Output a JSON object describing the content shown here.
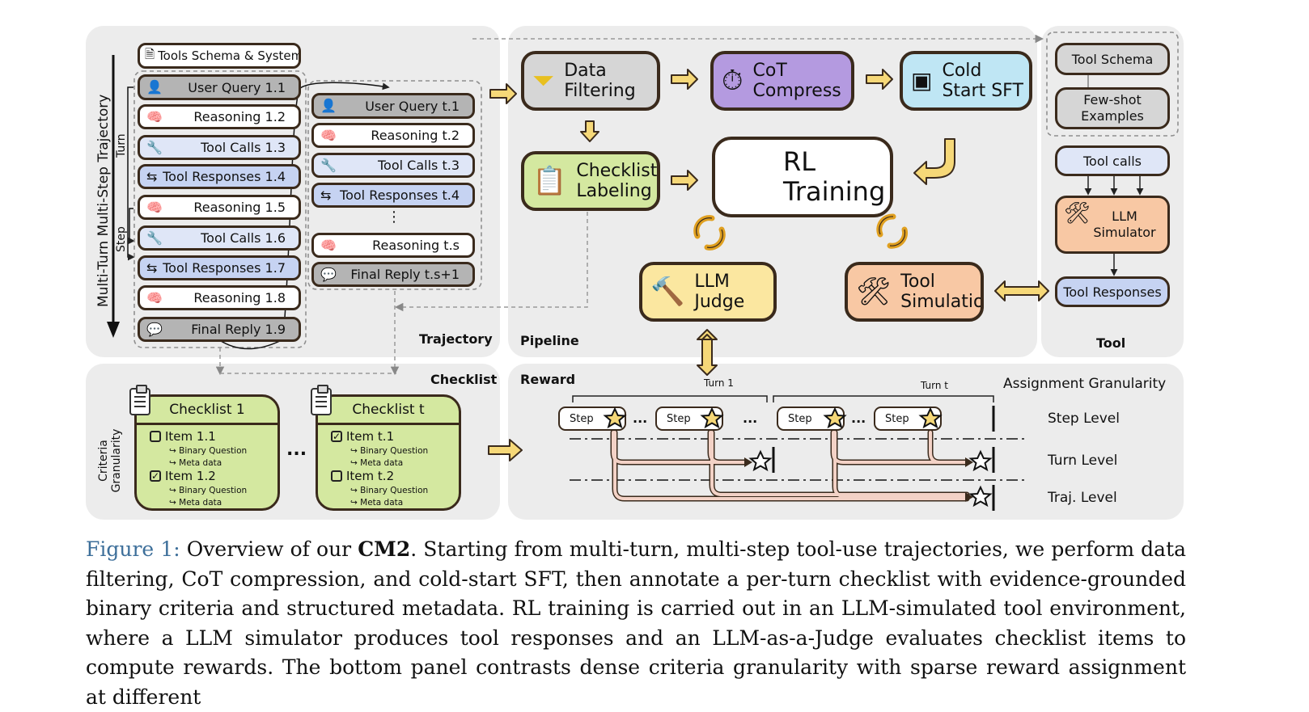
{
  "trajectory": {
    "label": "Trajectory",
    "axis_label": "Multi-Turn Multi-Step Trajectory",
    "turn_label": "Turn",
    "step_label": "Step",
    "tools_schema": "Tools Schema & System",
    "turn1": [
      "User Query 1.1",
      "Reasoning 1.2",
      "Tool Calls 1.3",
      "Tool Responses 1.4",
      "Reasoning 1.5",
      "Tool Calls 1.6",
      "Tool Responses 1.7",
      "Reasoning 1.8",
      "Final Reply 1.9"
    ],
    "turnt": [
      "User Query t.1",
      "Reasoning t.2",
      "Tool Calls t.3",
      "Tool Responses t.4",
      "⋮",
      "Reasoning t.s",
      "Final Reply t.s+1"
    ]
  },
  "pipeline": {
    "label": "Pipeline",
    "data_filtering": "Data Filtering",
    "cot_compress": "CoT Compress",
    "cold_start": "Cold Start SFT",
    "checklist_labeling": "Checklist Labeling",
    "rl_training": "RL Training",
    "llm_judge": "LLM Judge",
    "tool_simulation": "Tool Simulation"
  },
  "tool": {
    "label": "Tool",
    "tool_schema": "Tool Schema",
    "few_shot": "Few-shot Examples",
    "tool_calls": "Tool calls",
    "llm_simulator": "LLM Simulator",
    "tool_responses": "Tool Responses"
  },
  "checklist": {
    "label": "Checklist",
    "criteria_granularity": "Criteria Granularity",
    "card1": {
      "title": "Checklist 1",
      "item1": "Item 1.1",
      "item2": "Item 1.2"
    },
    "cardt": {
      "title": "Checklist t",
      "item1": "Item t.1",
      "item2": "Item t.2"
    },
    "binary_question": "Binary Question",
    "meta_data": "Meta data",
    "ellipsis": "..."
  },
  "reward": {
    "label": "Reward",
    "turn1": "Turn 1",
    "turnt": "Turn t",
    "assignment_granularity": "Assignment Granularity",
    "step_level": "Step Level",
    "turn_level": "Turn Level",
    "traj_level": "Traj. Level",
    "step": "Step",
    "ellipsis": "..."
  },
  "caption": {
    "fig_label": "Figure 1:",
    "pre": " Overview of our ",
    "bold": "CM2",
    "text": ". Starting from multi-turn, multi-step tool-use trajectories, we perform data filtering, CoT compression, and cold-start SFT, then annotate a per-turn checklist with evidence-grounded binary criteria and structured metadata. RL training is carried out in an LLM-simulated tool environment, where a LLM simulator produces tool responses and an LLM-as-a-Judge evaluates checklist items to compute rewards. The bottom panel contrasts dense criteria granularity with sparse reward assignment at different"
  },
  "colors": {
    "panel": "#ececec",
    "gray": "#b4b4b4",
    "blue": "#c6d3f2",
    "purple": "#b49ae0",
    "cyan": "#bfe6f4",
    "green": "#d4e8a0",
    "yellow": "#fbe7a0",
    "orange": "#f8c8a4",
    "arrow": "#f6d878",
    "outline": "#3a2a1c"
  },
  "icons": [
    "document-icon",
    "user-icon",
    "brain-icon",
    "wrench-icon",
    "swap-arrows-icon",
    "chat-icon",
    "funnel-icon",
    "stopwatch-icon",
    "cube-icon",
    "clipboard-icon",
    "chart-line-icon",
    "gavel-icon",
    "tools-icon",
    "cycle-arrows-icon",
    "star-icon"
  ]
}
